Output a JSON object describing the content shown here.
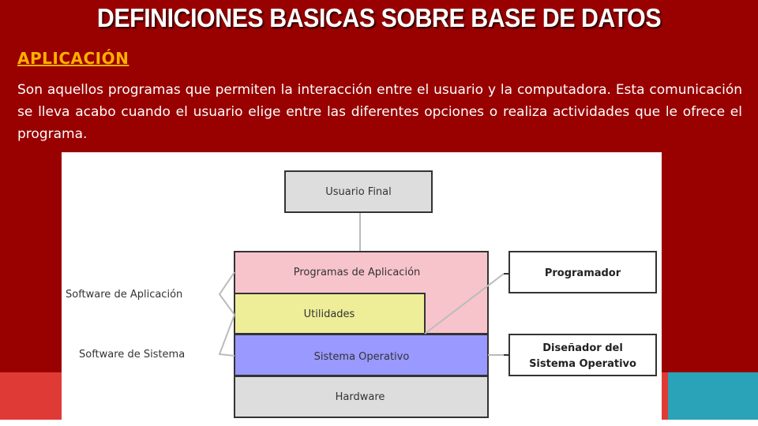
{
  "slide": {
    "title": "DEFINICIONES BASICAS SOBRE BASE DE DATOS",
    "subtitle": "APLICACIÓN",
    "paragraph": "Son aquellos programas que permiten la interacción entre el usuario y la computadora. Esta comunicación se lleva acabo cuando el usuario elige entre las diferentes opciones o realiza actividades que le ofrece el programa."
  },
  "diagram": {
    "usuario_final": "Usuario Final",
    "programas_aplicacion": "Programas de Aplicación",
    "utilidades": "Utilidades",
    "sistema_operativo": "Sistema Operativo",
    "hardware": "Hardware",
    "programador": "Programador",
    "disenador_line1": "Diseñador del",
    "disenador_line2": "Sistema Operativo",
    "software_aplicacion": "Software de Aplicación",
    "software_sistema": "Software de Sistema"
  },
  "colors": {
    "background": "#990000",
    "title": "#ffffff",
    "subtitle": "#ffb000",
    "programas_fill": "#f8c4cc",
    "utilidades_fill": "#eeee99",
    "sistema_fill": "#9999ff",
    "hardware_fill": "#dddddd",
    "usuario_fill": "#dddddd",
    "footer_red": "#e03a36",
    "footer_teal": "#2aa3b8"
  }
}
